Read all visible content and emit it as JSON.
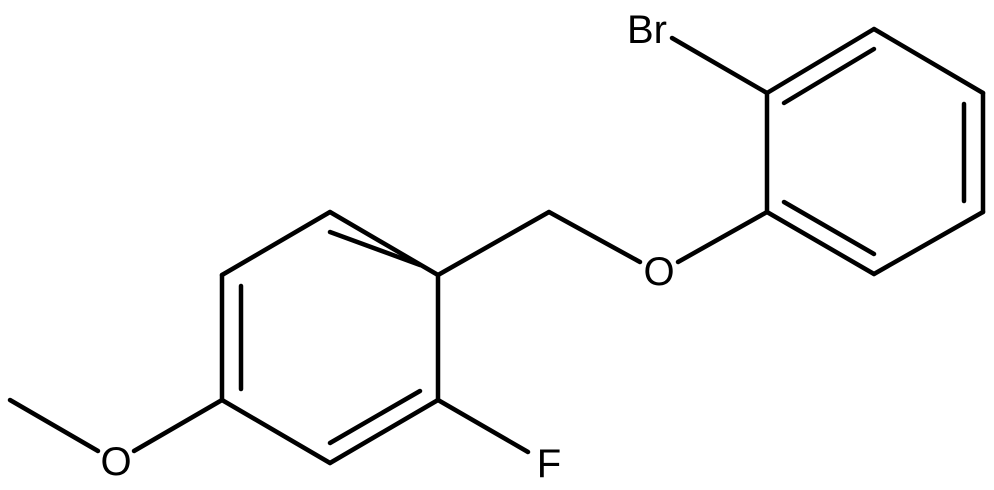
{
  "molecule": {
    "atoms": {
      "bromine": "Br",
      "ether_oxygen": "O",
      "fluorine": "F",
      "methoxy_oxygen": "O"
    }
  }
}
